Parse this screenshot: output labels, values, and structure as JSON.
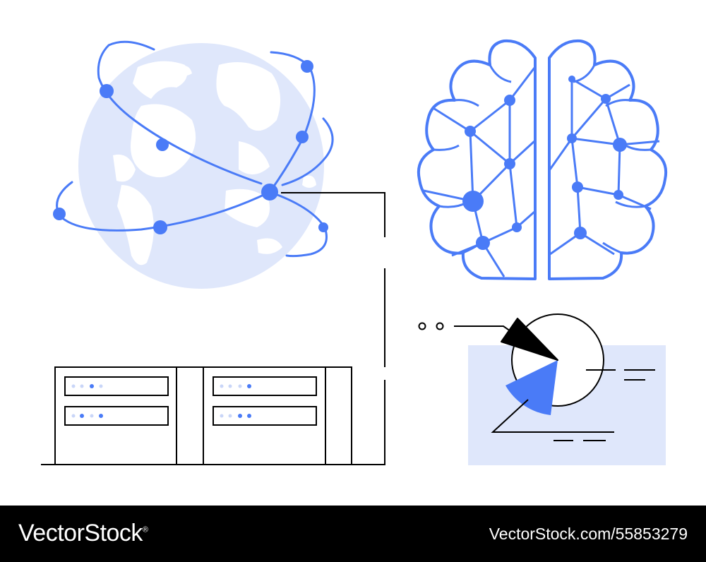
{
  "footer": {
    "brand": "VectorStock",
    "registered_mark": "®",
    "image_ref": "VectorStock.com/55853279"
  },
  "colors": {
    "accent": "#4a7bf7",
    "light_fill": "#dfe7fb",
    "line": "#000000",
    "background": "#ffffff",
    "footer_bg": "#000000"
  },
  "pie_chart": {
    "slices": [
      {
        "name": "black-slice",
        "color": "#000000"
      },
      {
        "name": "blue-slice",
        "color": "#4a7bf7"
      },
      {
        "name": "white-slice",
        "color": "#ffffff"
      }
    ]
  },
  "server_rack": {
    "units": 2,
    "drawers_per_unit": 2
  },
  "icons": [
    "globe-network-icon",
    "brain-network-icon",
    "server-rack-icon",
    "pie-chart-icon"
  ]
}
